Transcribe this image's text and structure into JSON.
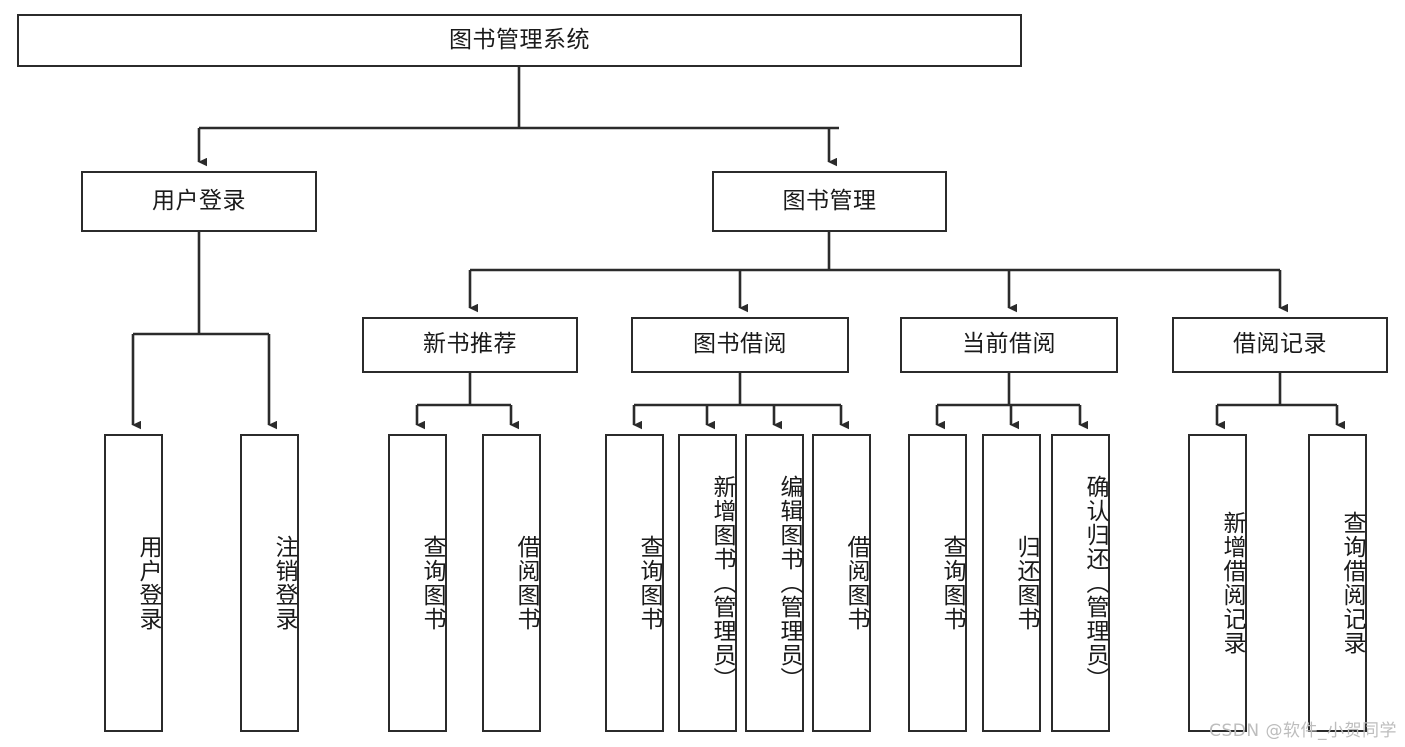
{
  "diagram": {
    "title": "图书管理系统",
    "type": "tree-hierarchy-chart",
    "orientation": "top-down",
    "colors": {
      "stroke": "#2b2b2b",
      "fill": "#ffffff",
      "text": "#1a1a1a",
      "watermark": "#bdbdbd"
    },
    "watermark": "CSDN @软件_小贺同学"
  },
  "nodes": {
    "root": {
      "label": "图书管理系统"
    },
    "level2": [
      {
        "label": "用户登录"
      },
      {
        "label": "图书管理"
      }
    ],
    "level3": [
      {
        "label": "新书推荐"
      },
      {
        "label": "图书借阅"
      },
      {
        "label": "当前借阅"
      },
      {
        "label": "借阅记录"
      }
    ],
    "leaves": {
      "user_login": [
        {
          "label": "用户登录"
        },
        {
          "label": "注销登录"
        }
      ],
      "new_book_recommend": [
        {
          "label": "查询图书"
        },
        {
          "label": "借阅图书"
        }
      ],
      "book_borrow": [
        {
          "label": "查询图书"
        },
        {
          "label": "新增图书（管理员）"
        },
        {
          "label": "编辑图书（管理员）"
        },
        {
          "label": "借阅图书"
        }
      ],
      "current_borrow": [
        {
          "label": "查询图书"
        },
        {
          "label": "归还图书"
        },
        {
          "label": "确认归还（管理员）"
        }
      ],
      "borrow_record": [
        {
          "label": "新增借阅记录"
        },
        {
          "label": "查询借阅记录"
        }
      ]
    }
  }
}
